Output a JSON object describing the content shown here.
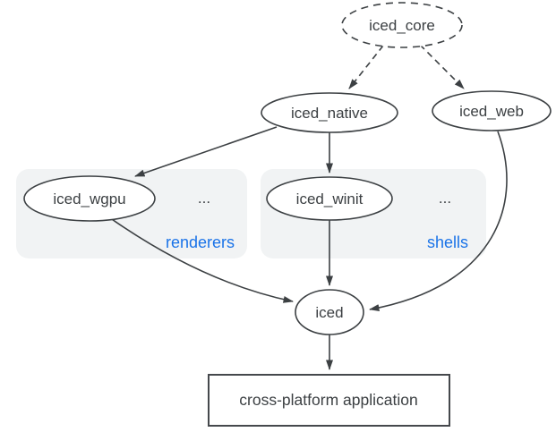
{
  "diagram": {
    "nodes": {
      "iced_core": {
        "label": "iced_core",
        "shape": "ellipse-dashed"
      },
      "iced_native": {
        "label": "iced_native",
        "shape": "ellipse"
      },
      "iced_web": {
        "label": "iced_web",
        "shape": "ellipse"
      },
      "iced_wgpu": {
        "label": "iced_wgpu",
        "shape": "ellipse"
      },
      "iced_winit": {
        "label": "iced_winit",
        "shape": "ellipse"
      },
      "iced": {
        "label": "iced",
        "shape": "ellipse"
      },
      "app": {
        "label": "cross-platform application",
        "shape": "rect"
      }
    },
    "groups": {
      "renderers": {
        "label": "renderers",
        "ellipsis": "..."
      },
      "shells": {
        "label": "shells",
        "ellipsis": "..."
      }
    },
    "edges": [
      {
        "from": "iced_core",
        "to": "iced_native",
        "style": "dashed"
      },
      {
        "from": "iced_core",
        "to": "iced_web",
        "style": "dashed"
      },
      {
        "from": "iced_native",
        "to": "iced_wgpu",
        "style": "solid"
      },
      {
        "from": "iced_native",
        "to": "iced_winit",
        "style": "solid"
      },
      {
        "from": "iced_wgpu",
        "to": "iced",
        "style": "solid"
      },
      {
        "from": "iced_winit",
        "to": "iced",
        "style": "solid"
      },
      {
        "from": "iced_web",
        "to": "iced",
        "style": "solid"
      },
      {
        "from": "iced",
        "to": "app",
        "style": "solid"
      }
    ],
    "colors": {
      "background": "#ffffff",
      "node_stroke": "#3c4043",
      "text": "#3c4043",
      "group_fill": "#f1f3f4",
      "group_label_blue": "#1a73e8"
    }
  }
}
